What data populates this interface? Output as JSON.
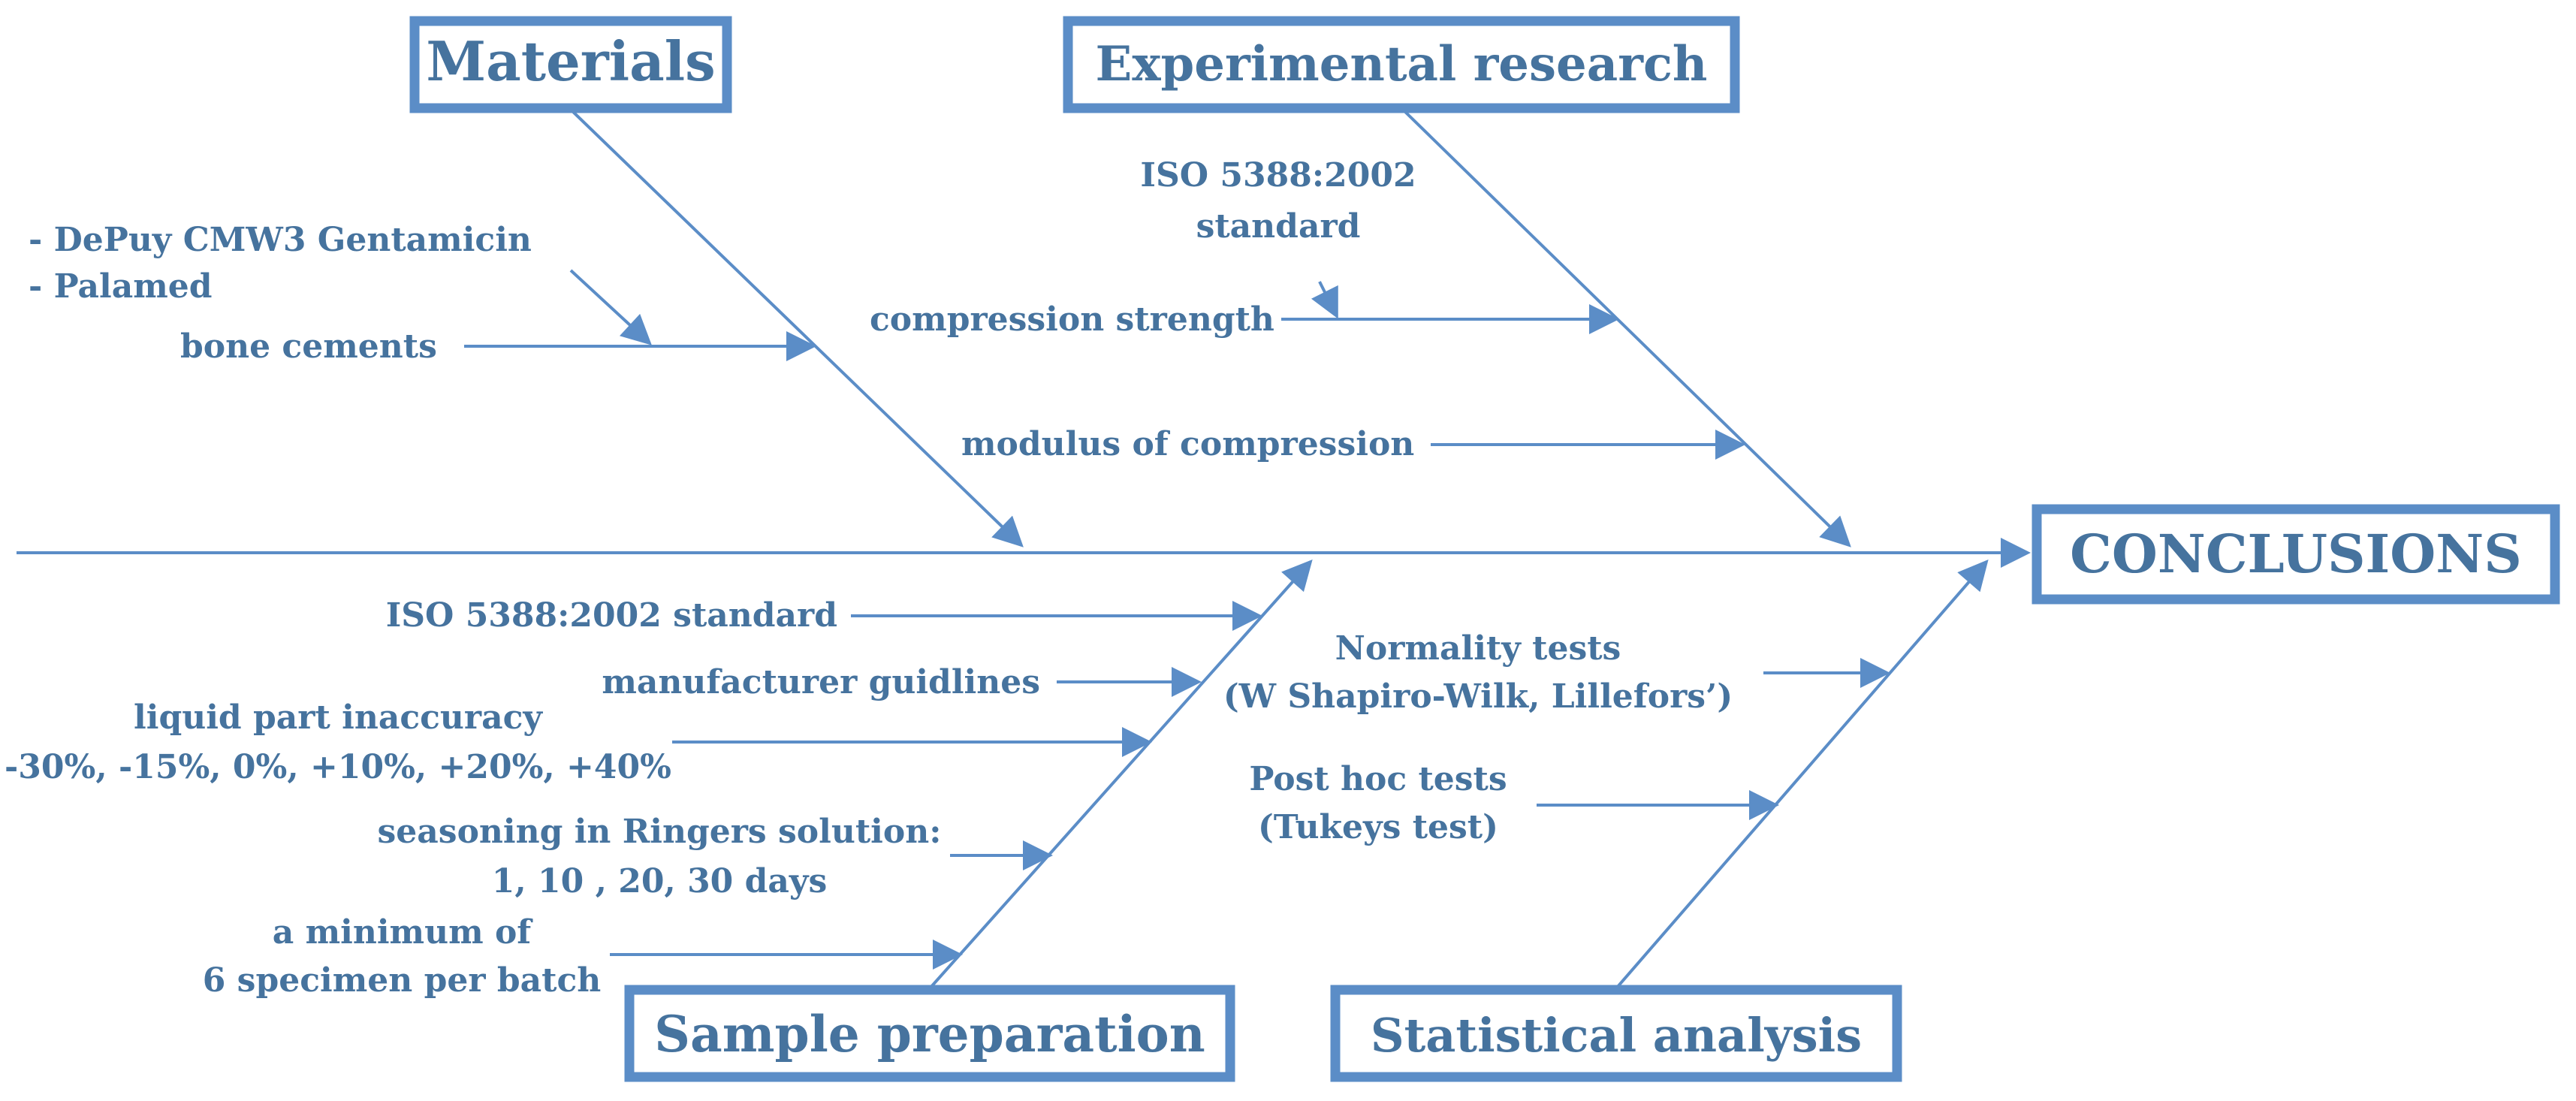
{
  "categories": {
    "materials": "Materials",
    "experimental_research": "Experimental research",
    "sample_preparation": "Sample preparation",
    "statistical_analysis": "Statistical analysis"
  },
  "effect": "CONCLUSIONS",
  "materials": {
    "list_line1": "- DePuy CMW3 Gentamicin",
    "list_line2": "- Palamed",
    "bone_cements": "bone cements"
  },
  "experimental_research": {
    "iso_line1": "ISO 5388:2002",
    "iso_line2": "standard",
    "compression_strength": "compression strength",
    "modulus_of_compression": "modulus of compression"
  },
  "sample_preparation": {
    "iso_standard": "ISO 5388:2002 standard",
    "manufacturer_guidlines": "manufacturer guidlines",
    "liquid_line1": "liquid part inaccuracy",
    "liquid_line2": "-30%, -15%,  0%, +10%, +20%, +40%",
    "seasoning_line1": "seasoning in Ringers solution:",
    "seasoning_line2": "1, 10 , 20, 30 days",
    "minimum_line1": "a minimum of",
    "minimum_line2": "6 specimen per batch"
  },
  "statistical_analysis": {
    "normality_line1": "Normality tests",
    "normality_line2": "(W Shapiro-Wilk, Lillefors’)",
    "posthoc_line1": "Post hoc tests",
    "posthoc_line2": "(Tukeys test)"
  }
}
